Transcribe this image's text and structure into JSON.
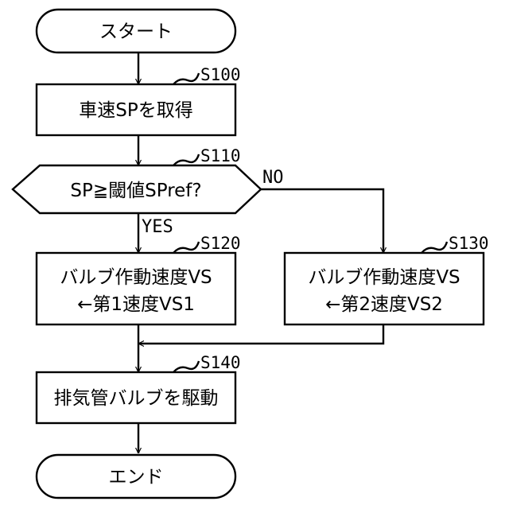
{
  "flowchart": {
    "start": "スタート",
    "end": "エンド",
    "steps": {
      "s100": {
        "id": "S100",
        "text": "車速SPを取得"
      },
      "s110": {
        "id": "S110",
        "text": "SP≧閾値SPref?"
      },
      "s120": {
        "id": "S120",
        "line1": "バルブ作動速度VS",
        "line2": "←第1速度VS1"
      },
      "s130": {
        "id": "S130",
        "line1": "バルブ作動速度VS",
        "line2": "←第2速度VS2"
      },
      "s140": {
        "id": "S140",
        "text": "排気管バルブを駆動"
      }
    },
    "branches": {
      "yes": "YES",
      "no": "NO"
    }
  }
}
